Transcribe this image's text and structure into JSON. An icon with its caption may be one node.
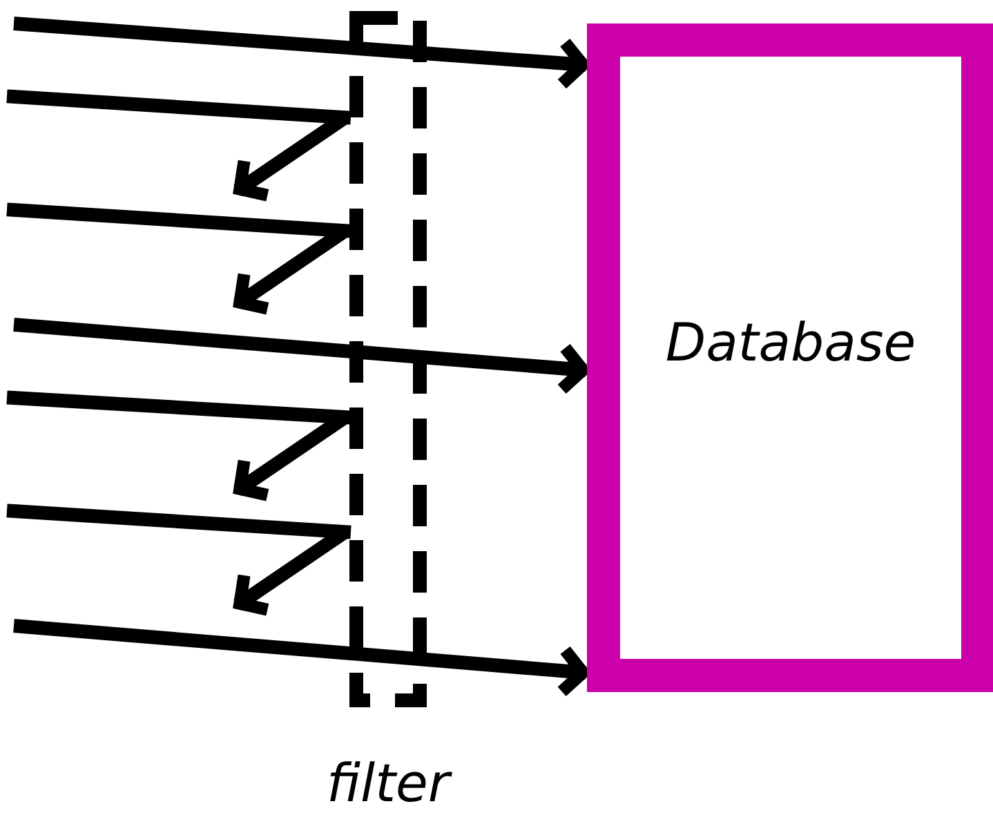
{
  "diagram": {
    "nodes": [
      {
        "text": [
          "Database"
        ]
      },
      {
        "text": [
          "filter"
        ]
      }
    ],
    "edges": [
      {
        "from": null,
        "to": 0,
        "arrow": "to"
      },
      {
        "from": null,
        "to": 1,
        "arrow": "none"
      },
      {
        "from": 1,
        "to": null,
        "arrow": "to"
      },
      {
        "from": null,
        "to": 1,
        "arrow": "none"
      },
      {
        "from": 1,
        "to": null,
        "arrow": "to"
      },
      {
        "from": null,
        "to": 0,
        "arrow": "to"
      },
      {
        "from": null,
        "to": 1,
        "arrow": "none"
      },
      {
        "from": 1,
        "to": null,
        "arrow": "to"
      },
      {
        "from": null,
        "to": 1,
        "arrow": "none"
      },
      {
        "from": 1,
        "to": null,
        "arrow": "to"
      },
      {
        "from": null,
        "to": 0,
        "arrow": "to"
      }
    ]
  }
}
